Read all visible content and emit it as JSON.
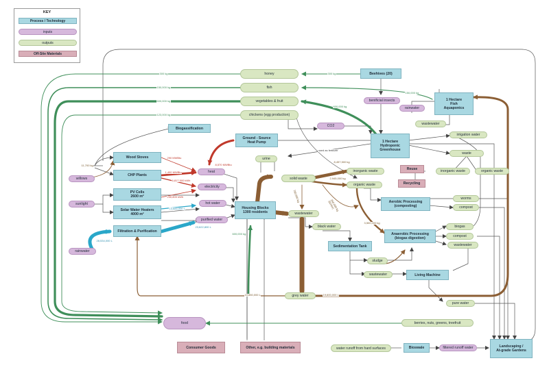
{
  "key": {
    "title": "KEY",
    "items": [
      {
        "id": "k1",
        "type": "process",
        "label": "Process / Technology"
      },
      {
        "id": "k2",
        "type": "input",
        "label": "inputs"
      },
      {
        "id": "k3",
        "type": "output",
        "label": "outputs"
      },
      {
        "id": "k4",
        "type": "offsite",
        "label": "Off-Site Materials"
      }
    ]
  },
  "nodes": [
    {
      "id": "honey",
      "type": "output",
      "label": "honey"
    },
    {
      "id": "beehives",
      "type": "process",
      "label": "Beehives (20)"
    },
    {
      "id": "fish",
      "type": "output",
      "label": "fish"
    },
    {
      "id": "aquaponics",
      "type": "process",
      "label": "1 Hectare\nFish\nAquaponics"
    },
    {
      "id": "veg",
      "type": "output",
      "label": "vegetables & fruit"
    },
    {
      "id": "beneficial",
      "type": "input",
      "label": "benificial insects"
    },
    {
      "id": "rainwater_top",
      "type": "input",
      "label": "rainwater"
    },
    {
      "id": "chickens",
      "type": "output",
      "label": "chickens (egg production)"
    },
    {
      "id": "co2",
      "type": "input",
      "label": "CO2"
    },
    {
      "id": "wastewater_aq",
      "type": "output",
      "label": "wastewater"
    },
    {
      "id": "biogasification",
      "type": "process",
      "label": "Biogassification"
    },
    {
      "id": "hydroponic",
      "type": "process",
      "label": "1 Hectare\nHydroponic\nGreenhouse"
    },
    {
      "id": "irrigation",
      "type": "output",
      "label": "irrigation water"
    },
    {
      "id": "ground_heat",
      "type": "process",
      "label": "Ground - Source\nHeat Pump"
    },
    {
      "id": "waste_r",
      "type": "output",
      "label": "waste"
    },
    {
      "id": "wood_stoves",
      "type": "process",
      "label": "Wood Stoves"
    },
    {
      "id": "urine",
      "type": "output",
      "label": "urine"
    },
    {
      "id": "willows",
      "type": "input",
      "label": "willows"
    },
    {
      "id": "heat",
      "type": "input",
      "label": "heat"
    },
    {
      "id": "chp",
      "type": "process",
      "label": "CHP Plants"
    },
    {
      "id": "solid_waste",
      "type": "output",
      "label": "solid waste"
    },
    {
      "id": "inorganic1",
      "type": "output",
      "label": "inorganic waste"
    },
    {
      "id": "reuse",
      "type": "offsite",
      "label": "Reuse"
    },
    {
      "id": "inorganic2",
      "type": "output",
      "label": "inorganic waste"
    },
    {
      "id": "organic_r",
      "type": "output",
      "label": "organic waste"
    },
    {
      "id": "electricity",
      "type": "input",
      "label": "electricity"
    },
    {
      "id": "organic_m",
      "type": "output",
      "label": "organic waste"
    },
    {
      "id": "recycling",
      "type": "offsite",
      "label": "Recycling"
    },
    {
      "id": "pv",
      "type": "process",
      "label": "PV Cells\n2600 m²"
    },
    {
      "id": "sunlight",
      "type": "input",
      "label": "sunlight"
    },
    {
      "id": "aerobic",
      "type": "process",
      "label": "Aerobic Processing\n(composting)"
    },
    {
      "id": "worms",
      "type": "output",
      "label": "worms"
    },
    {
      "id": "hot_water",
      "type": "input",
      "label": "hot water"
    },
    {
      "id": "housing",
      "type": "process",
      "label": "Housing Blocks\n1300 residents"
    },
    {
      "id": "compost1",
      "type": "output",
      "label": "compost"
    },
    {
      "id": "solar_heaters",
      "type": "process",
      "label": "Solar Water Heaters\n4000 m²"
    },
    {
      "id": "wastewater_h",
      "type": "output",
      "label": "wastewater"
    },
    {
      "id": "purified",
      "type": "input",
      "label": "purified water"
    },
    {
      "id": "black_water",
      "type": "output",
      "label": "black water"
    },
    {
      "id": "filtration",
      "type": "process",
      "label": "Filtration & Purification"
    },
    {
      "id": "anaerobic",
      "type": "process",
      "label": "Anaerobic Processing\n(biogas digestion)"
    },
    {
      "id": "biogas",
      "type": "output",
      "label": "biogas"
    },
    {
      "id": "compost2",
      "type": "output",
      "label": "compost"
    },
    {
      "id": "sedimentation",
      "type": "process",
      "label": "Sedimentation Tank"
    },
    {
      "id": "wastewater_an",
      "type": "output",
      "label": "wastewater"
    },
    {
      "id": "rainwater_l",
      "type": "input",
      "label": "rainwater"
    },
    {
      "id": "sludge",
      "type": "output",
      "label": "sludge"
    },
    {
      "id": "wastewater_s",
      "type": "output",
      "label": "wastewater"
    },
    {
      "id": "living_machine",
      "type": "process",
      "label": "Living Machine"
    },
    {
      "id": "grey_water",
      "type": "output",
      "label": "grey water"
    },
    {
      "id": "pure_water",
      "type": "output",
      "label": "pure water"
    },
    {
      "id": "food",
      "type": "input",
      "label": "food"
    },
    {
      "id": "berries",
      "type": "output",
      "label": "berries, nuts, greens, treefruit"
    },
    {
      "id": "landscaping",
      "type": "process",
      "label": "Landscaping /\nAt-grade Gardens"
    },
    {
      "id": "consumer",
      "type": "offsite",
      "label": "Consumer Goods"
    },
    {
      "id": "building",
      "type": "offsite",
      "label": "Other, e.g. building materials"
    },
    {
      "id": "runoff",
      "type": "output",
      "label": "water runoff from hard surfaces"
    },
    {
      "id": "bioswale",
      "type": "process",
      "label": "Bioswale"
    },
    {
      "id": "filtered",
      "type": "input",
      "label": "filtered runoff water"
    }
  ],
  "flow_labels": [
    {
      "id": "fl_honey_l",
      "text": "300 kg",
      "color": "#3f8f5a"
    },
    {
      "id": "fl_honey_r",
      "text": "300 kg",
      "color": "#3f8f5a"
    },
    {
      "id": "fl_fish_l",
      "text": "150,000 kg",
      "color": "#3f8f5a"
    },
    {
      "id": "fl_fish_r",
      "text": "150,000 kg",
      "color": "#3f8f5a"
    },
    {
      "id": "fl_veg_l",
      "text": "600,000 kg",
      "color": "#3f8f5a"
    },
    {
      "id": "fl_veg_r",
      "text": "600,000 kg",
      "color": "#3f8f5a"
    },
    {
      "id": "fl_chick",
      "text": "123,000 kg",
      "color": "#3f8f5a"
    },
    {
      "id": "fl_fert",
      "text": "used as fertilizer",
      "color": "#444444"
    },
    {
      "id": "fl_willow",
      "text": "11,700 kg",
      "color": "#7a5a2e"
    },
    {
      "id": "fl_wood",
      "text": "290 MWBtu",
      "color": "#c0392b"
    },
    {
      "id": "fl_gshp",
      "text": "8,570 MWBtu",
      "color": "#c0392b"
    },
    {
      "id": "fl_chp_heat",
      "text": "1,400 MWBtu",
      "color": "#c0392b"
    },
    {
      "id": "fl_chp_elec",
      "text": "6,817,500 kWh",
      "color": "#c0392b"
    },
    {
      "id": "fl_pv",
      "text": "230,800 kWh",
      "color": "#c0392b"
    },
    {
      "id": "fl_hot",
      "text": "13,685,000 L",
      "color": "#2d8fb0"
    },
    {
      "id": "fl_pur",
      "text": "23,622,800 L",
      "color": "#2d8fb0"
    },
    {
      "id": "fl_rain",
      "text": "28,534,000 L",
      "color": "#2d8fb0"
    },
    {
      "id": "fl_food",
      "text": "600,000 kg",
      "color": "#3f8f5a"
    },
    {
      "id": "fl_inorg",
      "text": "8,457,500 kg",
      "color": "#7a5a2e"
    },
    {
      "id": "fl_org",
      "text": "2,945,000 kg",
      "color": "#7a5a2e"
    },
    {
      "id": "fl_750",
      "text": "750,000 kg",
      "color": "#7a5a2e"
    },
    {
      "id": "fl_250",
      "text": "250,000 kg\n(bones)",
      "color": "#7a5a2e"
    },
    {
      "id": "fl_3500",
      "text": "3,500,000 kg",
      "color": "#7a5a2e"
    },
    {
      "id": "fl_grey_l",
      "text": "10,850,000 L",
      "color": "#7a5a2e"
    },
    {
      "id": "fl_grey_r",
      "text": "19,600,000 L",
      "color": "#7a5a2e"
    }
  ]
}
